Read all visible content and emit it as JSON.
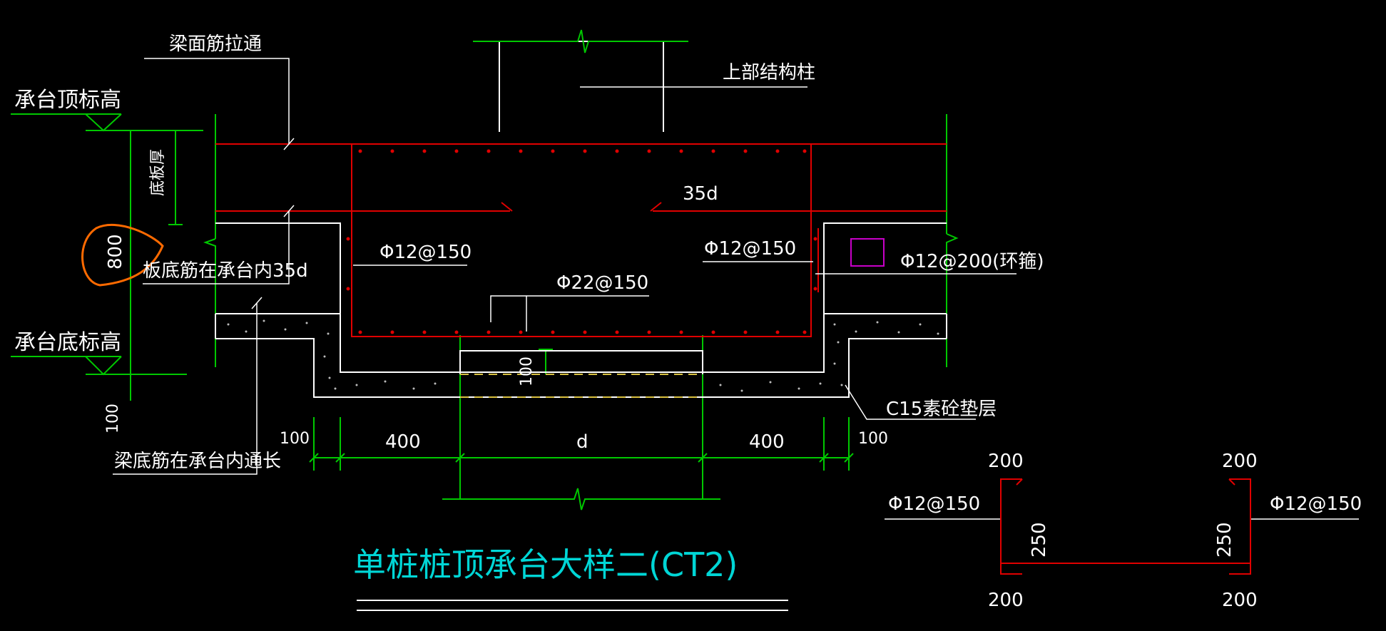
{
  "title": "单桩桩顶承台大样二(CT2)",
  "colors": {
    "background": "#000000",
    "line_white": "#ffffff",
    "line_green": "#00c800",
    "rebar_red": "#e00000",
    "title_cyan": "#00d6d6",
    "hoop_magenta": "#c800c8",
    "markup_orange": "#ff6a00",
    "hidden_yellow": "#d8c040"
  },
  "labels": {
    "beam_top_bar": "梁面筋拉通",
    "upper_column": "上部结构柱",
    "cap_top_elev": "承台顶标高",
    "cap_bottom_elev": "承台底标高",
    "slab_thickness": "底板厚",
    "slab_bottom_bar": "板底筋在承台内35d",
    "beam_bottom_bar": "梁底筋在承台内通长",
    "anchor_35d": "35d",
    "side_bar_left": "Φ12@150",
    "side_bar_right": "Φ12@150",
    "bottom_bar": "Φ22@150",
    "hoop": "Φ12@200(环箍)",
    "cushion": "C15素砼垫层"
  },
  "dimensions": {
    "cap_height": "800",
    "cushion_thk_left": "100",
    "embed_100": "100",
    "dim_left_100": "100",
    "dim_left_400": "400",
    "dim_pile_d": "d",
    "dim_right_400": "400",
    "dim_right_100": "100"
  },
  "detail": {
    "top_left": "200",
    "top_right": "200",
    "bottom_left": "200",
    "bottom_right": "200",
    "side_left": "250",
    "side_right": "250",
    "bar_left": "Φ12@150",
    "bar_right": "Φ12@150"
  }
}
